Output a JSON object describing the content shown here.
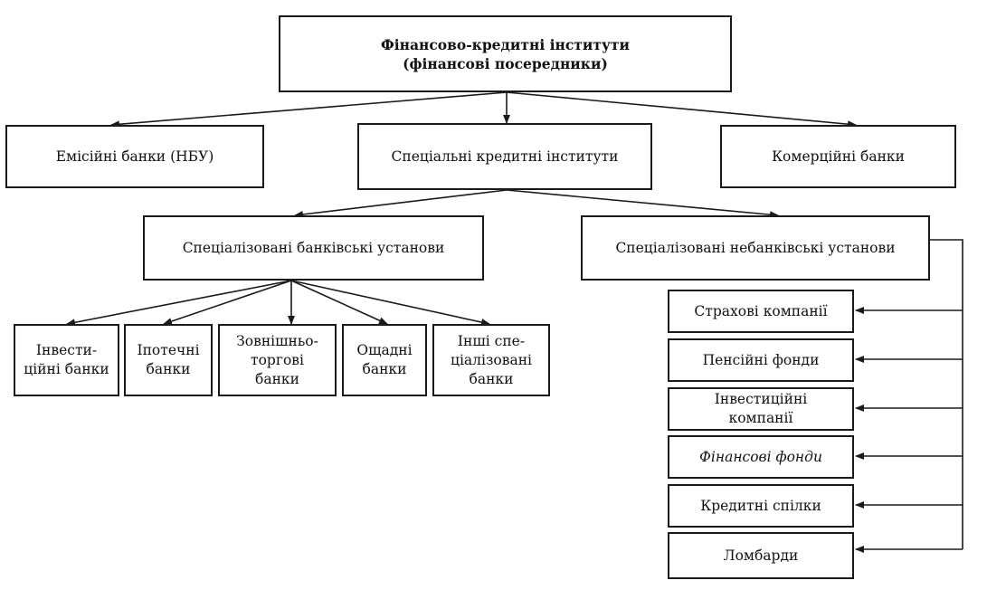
{
  "nodes": {
    "root": "Фінансово-кредитні інститути\n(фінансові посередники)",
    "emission_banks": "Емісійні банки (НБУ)",
    "special_credit": "Спеціальні кредитні інститути",
    "commercial_banks": "Комерційні банки",
    "specialized_bank": "Спеціалізовані банківські установи",
    "specialized_nonbank": "Спеціалізовані небанківські установи",
    "investment_banks": "Інвести-\nційні банки",
    "mortgage_banks": "Іпотечні\nбанки",
    "foreign_trade_banks": "Зовнішньо-\nторгові\nбанки",
    "savings_banks": "Ощадні\nбанки",
    "other_banks": "Інші спе-\nціалізовані\nбанки",
    "insurance": "Страхові компанії",
    "pension": "Пенсійні фонди",
    "investment_companies": "Інвестиційні\nкомпанії",
    "financial_funds": "Фінансові фонди",
    "credit_unions": "Кредитні спілки",
    "pawnshops": "Ломбарди"
  }
}
